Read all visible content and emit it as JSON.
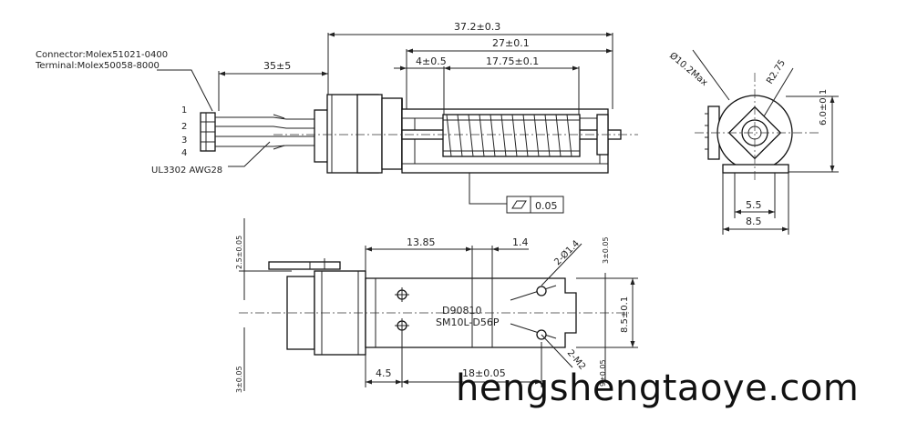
{
  "notes": {
    "connector": "Connector:Molex51021-0400",
    "terminal": "Terminal:Molex50058-8000",
    "wire": "UL3302 AWG28",
    "pin1": "1",
    "pin2": "2",
    "pin3": "3",
    "pin4": "4"
  },
  "top_view_dims": {
    "overall": "37.2±0.3",
    "rail": "27±0.1",
    "offset": "4±0.5",
    "screw": "17.75±0.1",
    "lead": "35±5",
    "flatness": "0.05"
  },
  "side_view_dims": {
    "dia_max": "Ø10.2Max",
    "radius": "R2.75",
    "height": "6.0±0.1",
    "inner": "5.5",
    "outer": "8.5"
  },
  "bottom_view_dims": {
    "len_a": "13.85",
    "len_b": "1.4",
    "holes": "2-Ø1.4",
    "hole_tol": "3±0.05",
    "left_top": "2.5±0.05",
    "left_bottom": "3±0.05",
    "width": "8.5±0.1",
    "thread": "2-M2",
    "thread_tol": "9±0.05",
    "bottom_a": "4.5",
    "bottom_b": "18±0.05"
  },
  "labels": {
    "model_line1": "D90810",
    "model_line2": "SM10L-D56P"
  },
  "watermark": "hengshengtaoye.com"
}
